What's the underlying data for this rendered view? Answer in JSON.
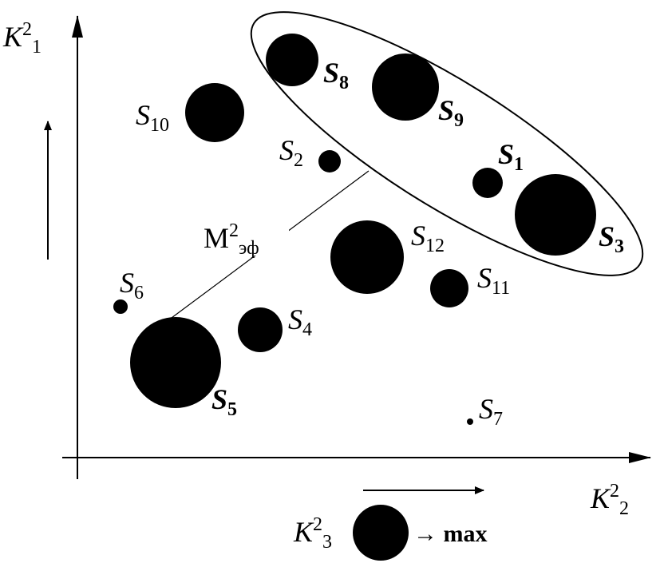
{
  "axes": {
    "y_label": {
      "main": "K",
      "sup": "2",
      "sub": "1"
    },
    "x_label": {
      "main": "K",
      "sup": "2",
      "sub": "2"
    }
  },
  "points": [
    {
      "id": "s8",
      "letter": "S",
      "sub": "8",
      "bold": true
    },
    {
      "id": "s9",
      "letter": "S",
      "sub": "9",
      "bold": true
    },
    {
      "id": "s10",
      "letter": "S",
      "sub": "10",
      "bold": false
    },
    {
      "id": "s2",
      "letter": "S",
      "sub": "2",
      "bold": false
    },
    {
      "id": "s1",
      "letter": "S",
      "sub": "1",
      "bold": true
    },
    {
      "id": "s3",
      "letter": "S",
      "sub": "3",
      "bold": true
    },
    {
      "id": "s12",
      "letter": "S",
      "sub": "12",
      "bold": false
    },
    {
      "id": "s11",
      "letter": "S",
      "sub": "11",
      "bold": false
    },
    {
      "id": "s6",
      "letter": "S",
      "sub": "6",
      "bold": false
    },
    {
      "id": "s4",
      "letter": "S",
      "sub": "4",
      "bold": false
    },
    {
      "id": "s5",
      "letter": "S",
      "sub": "5",
      "bold": true
    },
    {
      "id": "s7",
      "letter": "S",
      "sub": "7",
      "bold": false
    }
  ],
  "efficiency_label": {
    "main": "M",
    "sup": "2",
    "sub": "эф"
  },
  "legend": {
    "main": "K",
    "sup": "2",
    "sub": "3",
    "arrow_text": "→ max"
  },
  "colors": {
    "ink": "#000000",
    "background": "#ffffff"
  }
}
